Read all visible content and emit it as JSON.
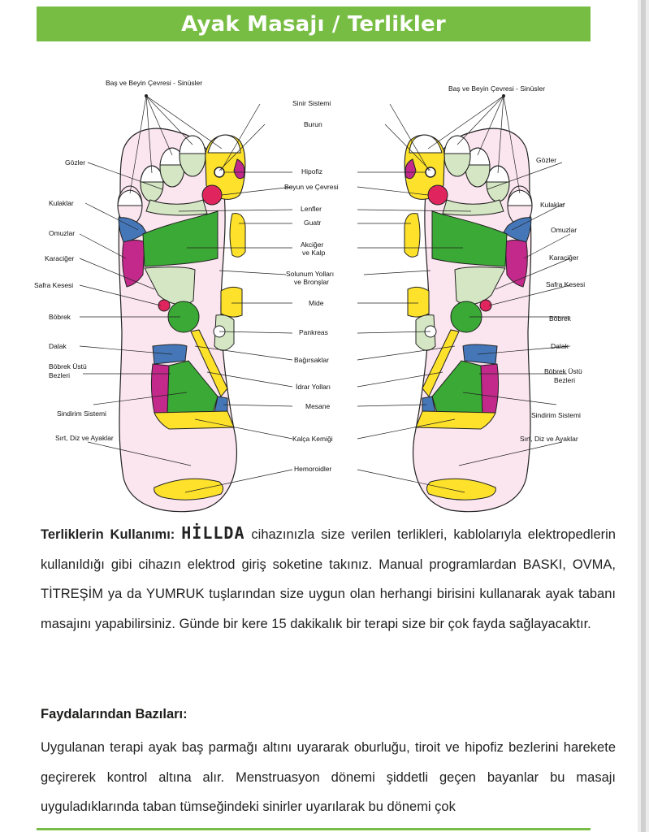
{
  "header": {
    "title": "Ayak Masajı / Terlikler"
  },
  "diagram": {
    "left_labels": [
      "Baş ve Beyin Çevresi - Sinüsler",
      "Gözler",
      "Kulaklar",
      "Omuzlar",
      "Karaciğer",
      "Safra Kesesi",
      "Böbrek",
      "Dalak",
      "Böbrek Üstü",
      "Bezleri",
      "Sindirim Sistemi",
      "Sırt, Diz ve Ayaklar"
    ],
    "center_labels": [
      "Sinir Sistemi",
      "Burun",
      "Hipofiz",
      "Boyun ve Çevresi",
      "Lenfler",
      "Guatr",
      "Akciğer",
      "ve Kalp",
      "Solunum Yolları",
      "ve Bronşlar",
      "Mide",
      "Pankreas",
      "Bağırsaklar",
      "İdrar Yolları",
      "Mesane",
      "Kalça Kemiği",
      "Hemoroidler"
    ],
    "right_labels": [
      "Baş ve Beyin Çevresi - Sinüsler",
      "Gözler",
      "Kulaklar",
      "Omuzlar",
      "Karaciğer",
      "Safra Kesesi",
      "Böbrek",
      "Dalak",
      "Böbrek Üstü",
      "Bezleri",
      "Sindirim Sistemi",
      "Sırt, Diz ve Ayaklar"
    ]
  },
  "usage": {
    "heading": "Terliklerin Kullanımı:",
    "brand": "HİLLDA",
    "text": "cihazınızla size verilen terlikleri, kablolarıyla elektropedlerin kullanıldığı gibi cihazın elektrod giriş soketine takınız. Manual programlardan BASKI, OVMA, TİTREŞİM ya da YUMRUK tuşlarından size uygun olan herhangi birisini kullanarak ayak tabanı masajını yapabilirsiniz. Günde bir kere 15 dakikalık bir terapi size bir çok fayda sağlayacaktır."
  },
  "benefits": {
    "heading": "Faydalarından Bazıları:",
    "text": "Uygulanan terapi ayak baş parmağı altını uyararak oburluğu, tiroit ve hipofiz bezlerini harekete geçirerek kontrol altına alır. Menstruasyon dönemi şiddetli geçen bayanlar bu masajı uyguladıklarında taban tümseğindeki sinirler uyarılarak bu dönemi çok"
  },
  "colors": {
    "accent": "#77bd43",
    "green": "#3aa935",
    "yellow": "#fde12a",
    "magenta": "#c3298a",
    "blue": "#4577b8",
    "pale_green": "#d4e6c3",
    "pink_sole": "#fbe6ef"
  }
}
